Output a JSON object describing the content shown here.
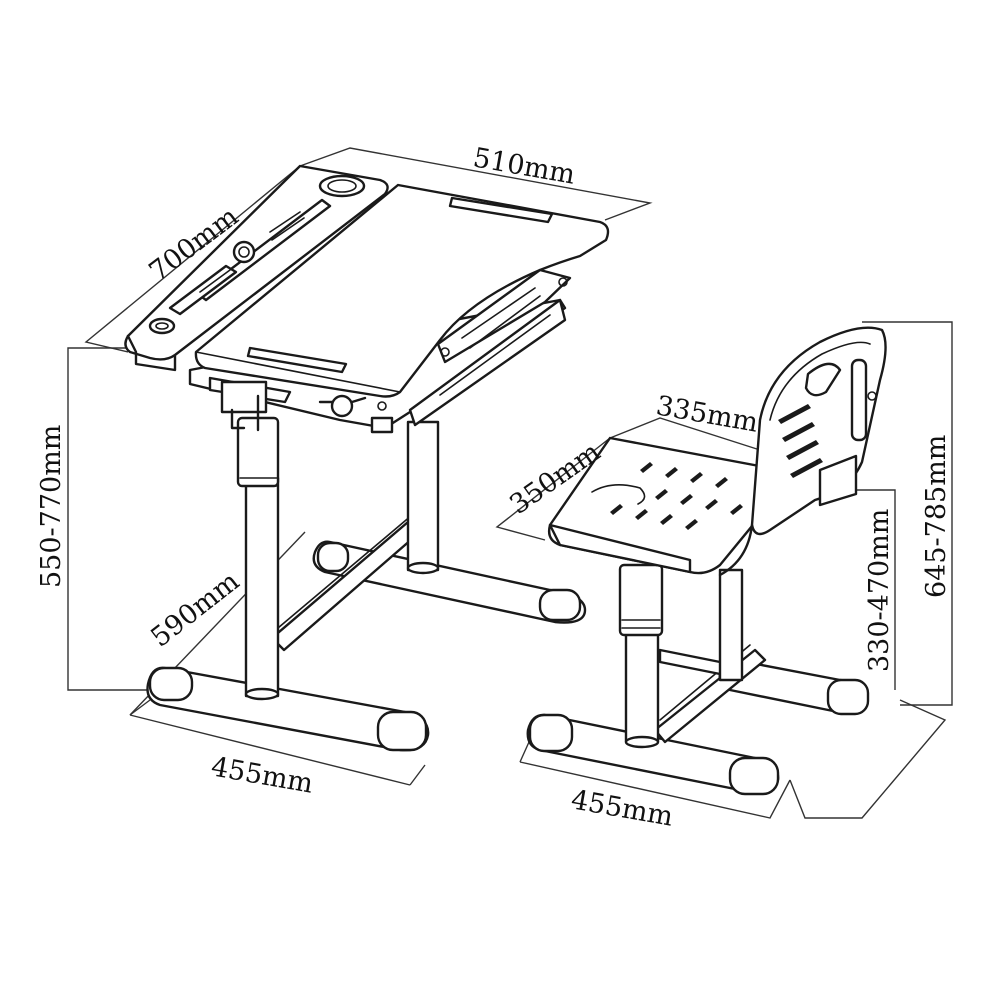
{
  "dimensions": {
    "desk_width": "510mm",
    "desk_depth": "700mm",
    "desk_height": "550-770mm",
    "desk_base_depth": "590mm",
    "desk_base_width": "455mm",
    "seat_width": "335mm",
    "seat_depth": "350mm",
    "seat_height": "330-470mm",
    "chair_height": "645-785mm",
    "chair_base_width": "455mm"
  },
  "colors": {
    "line": "#1a1a1a",
    "background": "#ffffff"
  }
}
